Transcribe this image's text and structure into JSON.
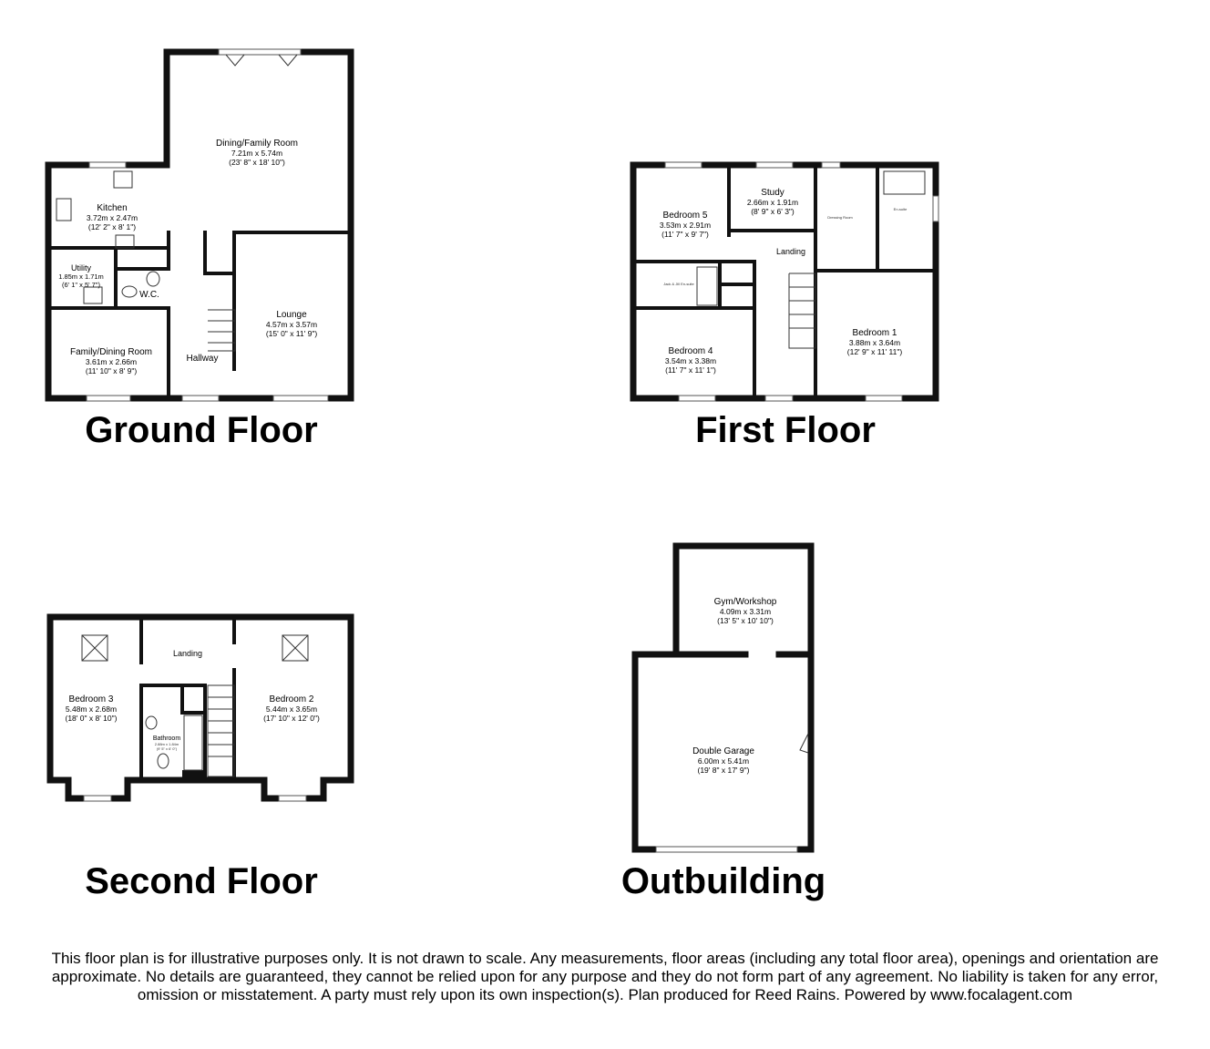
{
  "floors": {
    "ground": {
      "title": "Ground Floor",
      "rooms": {
        "dining_family": {
          "name": "Dining/Family Room",
          "metric": "7.21m x 5.74m",
          "imperial": "(23' 8\" x 18' 10\")"
        },
        "kitchen": {
          "name": "Kitchen",
          "metric": "3.72m x 2.47m",
          "imperial": "(12' 2\" x 8' 1\")"
        },
        "utility": {
          "name": "Utility",
          "metric": "1.85m x 1.71m",
          "imperial": "(6' 1\" x 5' 7\")"
        },
        "wc": {
          "name": "W.C."
        },
        "lounge": {
          "name": "Lounge",
          "metric": "4.57m x 3.57m",
          "imperial": "(15' 0\" x 11' 9\")"
        },
        "family_dining": {
          "name": "Family/Dining Room",
          "metric": "3.61m x 2.66m",
          "imperial": "(11' 10\" x 8' 9\")"
        },
        "hallway": {
          "name": "Hallway"
        }
      }
    },
    "first": {
      "title": "First Floor",
      "rooms": {
        "bedroom5": {
          "name": "Bedroom 5",
          "metric": "3.53m x 2.91m",
          "imperial": "(11' 7\" x 9' 7\")"
        },
        "study": {
          "name": "Study",
          "metric": "2.66m x 1.91m",
          "imperial": "(8' 9\" x 6' 3\")"
        },
        "landing": {
          "name": "Landing"
        },
        "dressing": {
          "name": "Dressing Room"
        },
        "ensuite": {
          "name": "En-suite"
        },
        "jack_jill": {
          "name": "Jack & Jill En-suite"
        },
        "bedroom4": {
          "name": "Bedroom 4",
          "metric": "3.54m x 3.38m",
          "imperial": "(11' 7\" x 11' 1\")"
        },
        "bedroom1": {
          "name": "Bedroom 1",
          "metric": "3.88m x 3.64m",
          "imperial": "(12' 9\" x 11' 11\")"
        }
      }
    },
    "second": {
      "title": "Second Floor",
      "rooms": {
        "bedroom3": {
          "name": "Bedroom 3",
          "metric": "5.48m x 2.68m",
          "imperial": "(18' 0\" x 8' 10\")"
        },
        "landing": {
          "name": "Landing"
        },
        "bathroom": {
          "name": "Bathroom",
          "metric": "2.88m x 1.84m",
          "imperial": "(9' 5\" x 6' 0\")"
        },
        "bedroom2": {
          "name": "Bedroom 2",
          "metric": "5.44m x 3.65m",
          "imperial": "(17' 10\" x 12' 0\")"
        }
      }
    },
    "outbuilding": {
      "title": "Outbuilding",
      "rooms": {
        "gym": {
          "name": "Gym/Workshop",
          "metric": "4.09m x 3.31m",
          "imperial": "(13' 5\" x 10' 10\")"
        },
        "garage": {
          "name": "Double Garage",
          "metric": "6.00m x 5.41m",
          "imperial": "(19' 8\" x 17' 9\")"
        }
      }
    }
  },
  "disclaimer": "This floor plan is for illustrative purposes only. It is not drawn to scale. Any measurements, floor areas (including any total floor area), openings and orientation are approximate. No details are guaranteed, they cannot be relied upon for any purpose and they do not form part of any agreement. No liability is taken for any error, omission or misstatement. A party must rely upon its own inspection(s). Plan produced for Reed Rains. Powered by www.focalagent.com"
}
